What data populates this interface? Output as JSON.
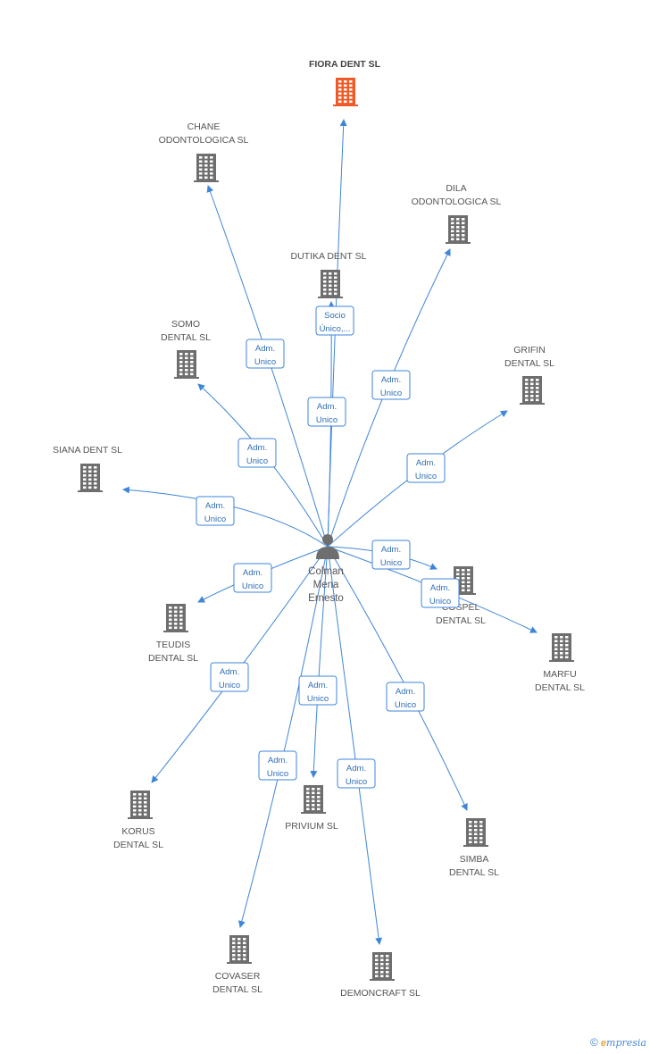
{
  "center": {
    "name_lines": [
      "Colman",
      "Mena",
      "Ernesto"
    ],
    "icon": "person-icon"
  },
  "companies": [
    {
      "id": "fiora",
      "lines": [
        "FIORA DENT SL"
      ],
      "focus": true,
      "color": "#f05a28",
      "icon": "building-icon",
      "role": [
        "",
        ""
      ]
    },
    {
      "id": "chane",
      "lines": [
        "CHANE",
        "ODONTOLOGICA SL"
      ],
      "focus": false,
      "color": "#6e6e6e",
      "icon": "building-icon",
      "role": [
        "Adm.",
        "Unico"
      ]
    },
    {
      "id": "dila",
      "lines": [
        "DILA",
        "ODONTOLOGICA SL"
      ],
      "focus": false,
      "color": "#6e6e6e",
      "icon": "building-icon",
      "role": [
        "Adm.",
        "Unico"
      ]
    },
    {
      "id": "dutika",
      "lines": [
        "DUTIKA DENT  SL"
      ],
      "focus": false,
      "color": "#6e6e6e",
      "icon": "building-icon",
      "role": [
        "Adm.",
        "Unico"
      ]
    },
    {
      "id": "somo",
      "lines": [
        "SOMO",
        "DENTAL SL"
      ],
      "focus": false,
      "color": "#6e6e6e",
      "icon": "building-icon",
      "role": [
        "Adm.",
        "Unico"
      ]
    },
    {
      "id": "grifin",
      "lines": [
        "GRIFIN",
        "DENTAL SL"
      ],
      "focus": false,
      "color": "#6e6e6e",
      "icon": "building-icon",
      "role": [
        "Adm.",
        "Unico"
      ]
    },
    {
      "id": "siana",
      "lines": [
        "SIANA DENT SL"
      ],
      "focus": false,
      "color": "#6e6e6e",
      "icon": "building-icon",
      "role": [
        "Adm.",
        "Unico"
      ]
    },
    {
      "id": "cospel",
      "lines": [
        "COSPEL",
        "DENTAL SL"
      ],
      "focus": false,
      "color": "#6e6e6e",
      "icon": "building-icon",
      "role": [
        "Adm.",
        "Unico"
      ]
    },
    {
      "id": "teudis",
      "lines": [
        "TEUDIS",
        "DENTAL SL"
      ],
      "focus": false,
      "color": "#6e6e6e",
      "icon": "building-icon",
      "role": [
        "Adm.",
        "Unico"
      ]
    },
    {
      "id": "marfu",
      "lines": [
        "MARFU",
        "DENTAL SL"
      ],
      "focus": false,
      "color": "#6e6e6e",
      "icon": "building-icon",
      "role": [
        "Adm.",
        "Unico"
      ]
    },
    {
      "id": "korus",
      "lines": [
        "KORUS",
        "DENTAL SL"
      ],
      "focus": false,
      "color": "#6e6e6e",
      "icon": "building-icon",
      "role": [
        "Adm.",
        "Unico"
      ]
    },
    {
      "id": "privium",
      "lines": [
        "PRIVIUM SL"
      ],
      "focus": false,
      "color": "#6e6e6e",
      "icon": "building-icon",
      "role": [
        "Adm.",
        "Unico"
      ]
    },
    {
      "id": "simba",
      "lines": [
        "SIMBA",
        "DENTAL SL"
      ],
      "focus": false,
      "color": "#6e6e6e",
      "icon": "building-icon",
      "role": [
        "Adm.",
        "Unico"
      ]
    },
    {
      "id": "covaser",
      "lines": [
        "COVASER",
        "DENTAL  SL"
      ],
      "focus": false,
      "color": "#6e6e6e",
      "icon": "building-icon",
      "role": [
        "Adm.",
        "Unico"
      ]
    },
    {
      "id": "demoncraft",
      "lines": [
        "DEMONCRAFT SL"
      ],
      "focus": false,
      "color": "#6e6e6e",
      "icon": "building-icon",
      "role": [
        "Adm.",
        "Unico"
      ]
    }
  ],
  "extra_edge_label": [
    "Socio",
    "Único,..."
  ],
  "colors": {
    "edge": "#3f86d8",
    "node": "#6e6e6e",
    "focus": "#f05a28"
  },
  "footer": {
    "copyright": "©",
    "brand_initial": "e",
    "brand_rest": "mpresia"
  }
}
